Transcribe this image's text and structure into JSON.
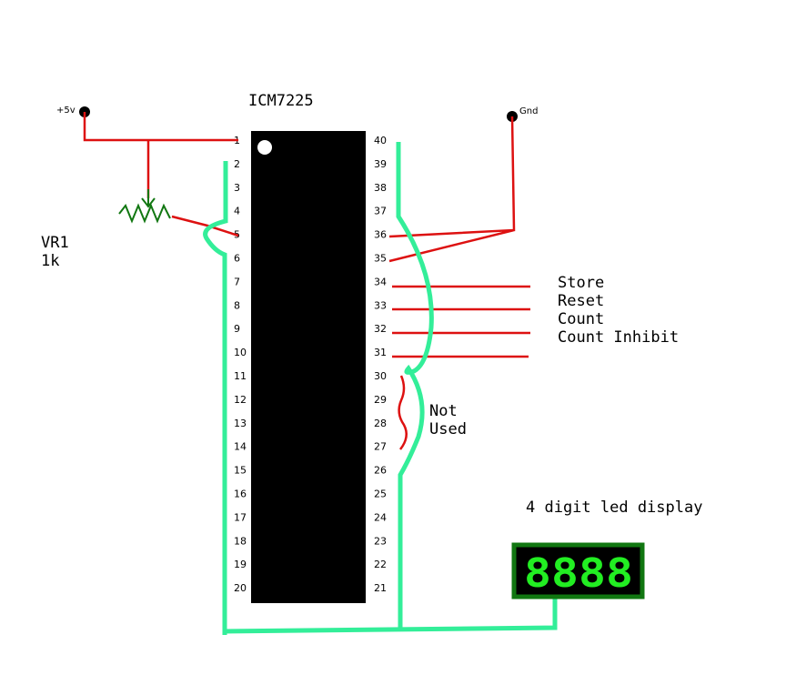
{
  "chip": {
    "name": "ICM7225",
    "left_pins": [
      "1",
      "2",
      "3",
      "4",
      "5",
      "6",
      "7",
      "8",
      "9",
      "10",
      "11",
      "12",
      "13",
      "14",
      "15",
      "16",
      "17",
      "18",
      "19",
      "20"
    ],
    "right_pins": [
      "40",
      "39",
      "38",
      "37",
      "36",
      "35",
      "34",
      "33",
      "32",
      "31",
      "30",
      "29",
      "28",
      "27",
      "26",
      "25",
      "24",
      "23",
      "22",
      "21"
    ]
  },
  "supply": {
    "vplus": "+5v",
    "gnd": "Gnd"
  },
  "pot": {
    "name": "VR1",
    "value": "1k"
  },
  "control_labels": [
    "Store",
    "Reset",
    "Count",
    "Count Inhibit"
  ],
  "not_used": [
    "Not",
    "Used"
  ],
  "display": {
    "label": "4 digit led display",
    "digits": "8888",
    "digit_color": "#22ee22",
    "frame_color": "#117711"
  },
  "colors": {
    "wire_red": "#dd1111",
    "bus_green": "#33ee99",
    "chip": "#000000",
    "pot": "#117711"
  }
}
